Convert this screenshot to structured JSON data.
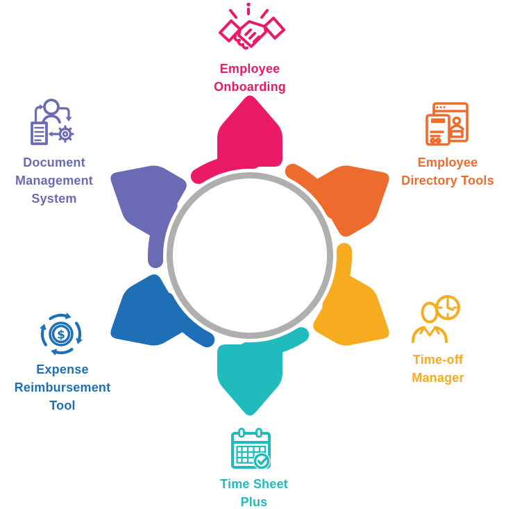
{
  "hub": {
    "ring_color": "#AFAFAF",
    "background": "#FFFFFF"
  },
  "petals": [
    {
      "id": "employee-onboarding",
      "label_lines": [
        "Employee",
        "Onboarding"
      ],
      "color": "#EB1A67",
      "icon": "handshake-icon",
      "rotation_deg": 0
    },
    {
      "id": "employee-directory-tools",
      "label_lines": [
        "Employee",
        "Directory Tools"
      ],
      "color": "#EE6B2E",
      "icon": "browser-profile-icon",
      "rotation_deg": 60
    },
    {
      "id": "time-off-manager",
      "label_lines": [
        "Time-off",
        "Manager"
      ],
      "color": "#F7AB1E",
      "icon": "person-clock-icon",
      "rotation_deg": 120
    },
    {
      "id": "time-sheet-plus",
      "label_lines": [
        "Time Sheet",
        "Plus"
      ],
      "color": "#20BBBC",
      "icon": "calendar-check-icon",
      "rotation_deg": 180
    },
    {
      "id": "expense-reimbursement-tool",
      "label_lines": [
        "Expense",
        "Reimbursement",
        "Tool"
      ],
      "color": "#1E6FB6",
      "icon": "dollar-sync-icon",
      "rotation_deg": 240
    },
    {
      "id": "document-management-system",
      "label_lines": [
        "Document",
        "Management",
        "System"
      ],
      "color": "#6A6BB4",
      "icon": "person-gear-document-icon",
      "rotation_deg": 300
    }
  ],
  "icon_glyphs": {
    "currency_symbol": "$"
  }
}
